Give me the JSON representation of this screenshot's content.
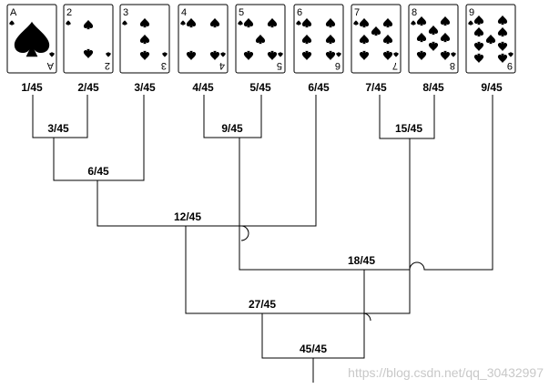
{
  "cards": [
    {
      "rank": "A",
      "suit": "spade-icon",
      "value": 1
    },
    {
      "rank": "2",
      "suit": "spade-icon",
      "value": 2
    },
    {
      "rank": "3",
      "suit": "spade-icon",
      "value": 3
    },
    {
      "rank": "4",
      "suit": "spade-icon",
      "value": 4
    },
    {
      "rank": "5",
      "suit": "spade-icon",
      "value": 5
    },
    {
      "rank": "6",
      "suit": "spade-icon",
      "value": 6
    },
    {
      "rank": "7",
      "suit": "spade-icon",
      "value": 7
    },
    {
      "rank": "8",
      "suit": "spade-icon",
      "value": 8
    },
    {
      "rank": "9",
      "suit": "spade-icon",
      "value": 9
    }
  ],
  "leaf_labels": [
    "1/45",
    "2/45",
    "3/45",
    "4/45",
    "5/45",
    "6/45",
    "7/45",
    "8/45",
    "9/45"
  ],
  "merges": [
    {
      "label": "3/45",
      "children": [
        "1/45",
        "2/45"
      ]
    },
    {
      "label": "9/45",
      "children": [
        "4/45",
        "5/45"
      ]
    },
    {
      "label": "15/45",
      "children": [
        "7/45",
        "8/45"
      ]
    },
    {
      "label": "6/45",
      "children": [
        "3/45",
        "3/45"
      ]
    },
    {
      "label": "12/45",
      "children": [
        "6/45",
        "6/45"
      ]
    },
    {
      "label": "18/45",
      "children": [
        "9/45",
        "9/45"
      ]
    },
    {
      "label": "27/45",
      "children": [
        "12/45",
        "15/45"
      ]
    },
    {
      "label": "45/45",
      "children": [
        "18/45",
        "27/45"
      ]
    }
  ],
  "watermark": "https://blog.csdn.net/qq_30432997"
}
